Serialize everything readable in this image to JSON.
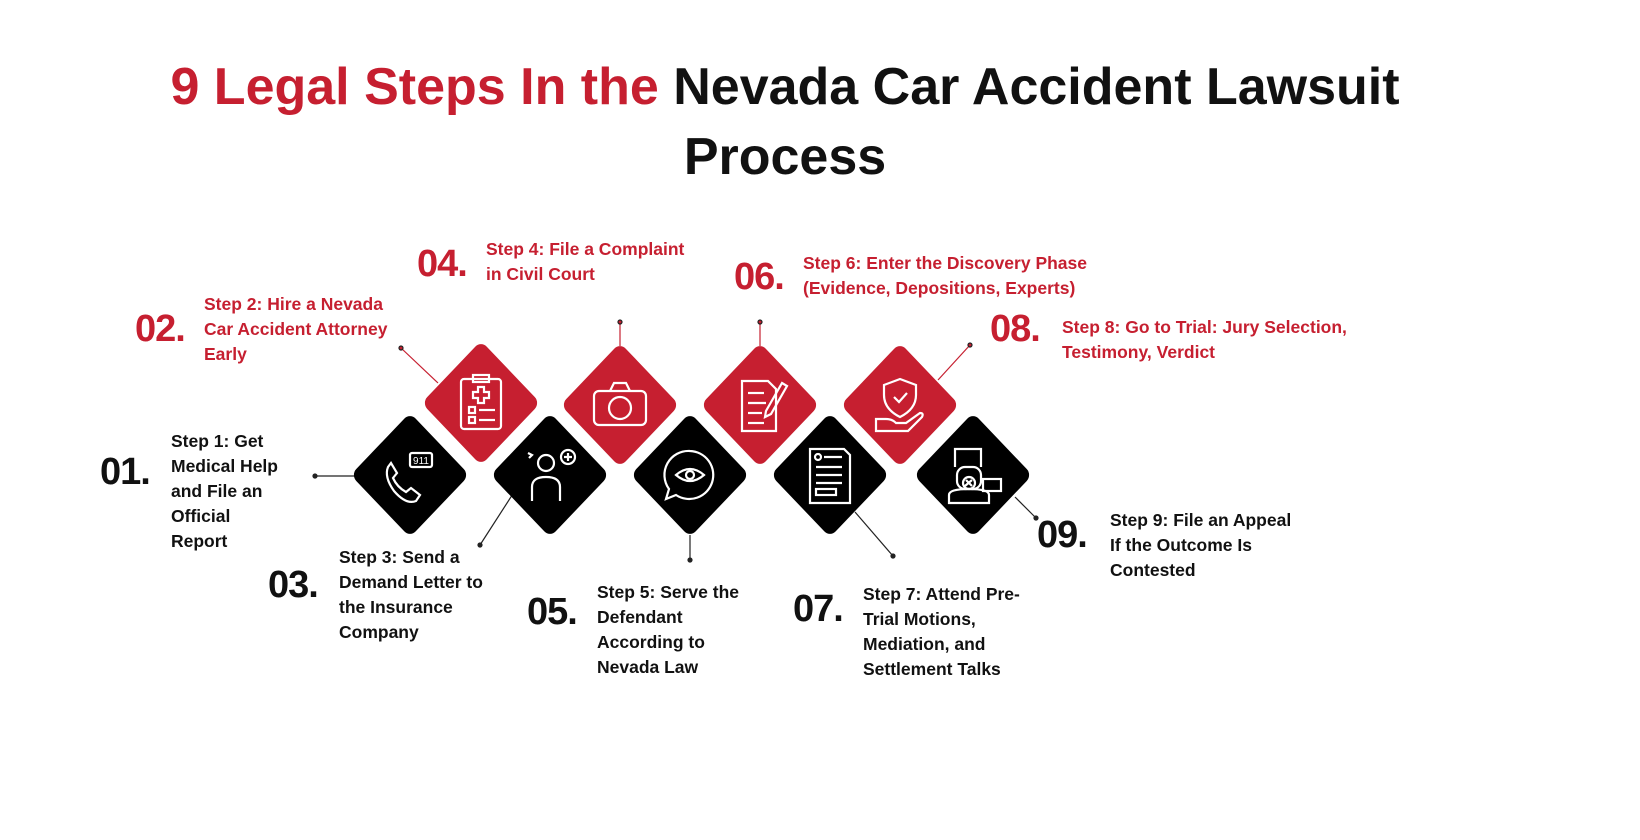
{
  "title": {
    "red_part": "9 Legal Steps In the",
    "black_part": "Nevada Car Accident Lawsuit",
    "line2": "Process"
  },
  "colors": {
    "accent": "#c61f30",
    "dark": "#000000"
  },
  "steps": [
    {
      "num": "01.",
      "text": "Step 1: Get\nMedical Help\nand File an\nOfficial\nReport",
      "icon": "phone-911-icon"
    },
    {
      "num": "02.",
      "text": "Step 2: Hire a Nevada\nCar Accident Attorney\nEarly",
      "icon": "clipboard-medical-icon"
    },
    {
      "num": "03.",
      "text": "Step 3: Send a\nDemand Letter to\nthe Insurance\nCompany",
      "icon": "injured-person-icon"
    },
    {
      "num": "04.",
      "text": "Step 4: File a Complaint\nin Civil Court",
      "icon": "camera-icon"
    },
    {
      "num": "05.",
      "text": "Step 5: Serve the\nDefendant\nAccording to\nNevada Law",
      "icon": "eye-speech-icon"
    },
    {
      "num": "06.",
      "text": "Step 6: Enter the Discovery Phase\n(Evidence, Depositions, Experts)",
      "icon": "document-pen-icon"
    },
    {
      "num": "07.",
      "text": "Step 7: Attend Pre-\nTrial Motions,\nMediation, and\nSettlement Talks",
      "icon": "document-list-icon"
    },
    {
      "num": "08.",
      "text": "Step 8: Go to Trial: Jury Selection,\nTestimony, Verdict",
      "icon": "shield-hand-icon"
    },
    {
      "num": "09.",
      "text": "Step 9: File an Appeal\nIf the Outcome Is\nContested",
      "icon": "person-mask-icon"
    }
  ]
}
